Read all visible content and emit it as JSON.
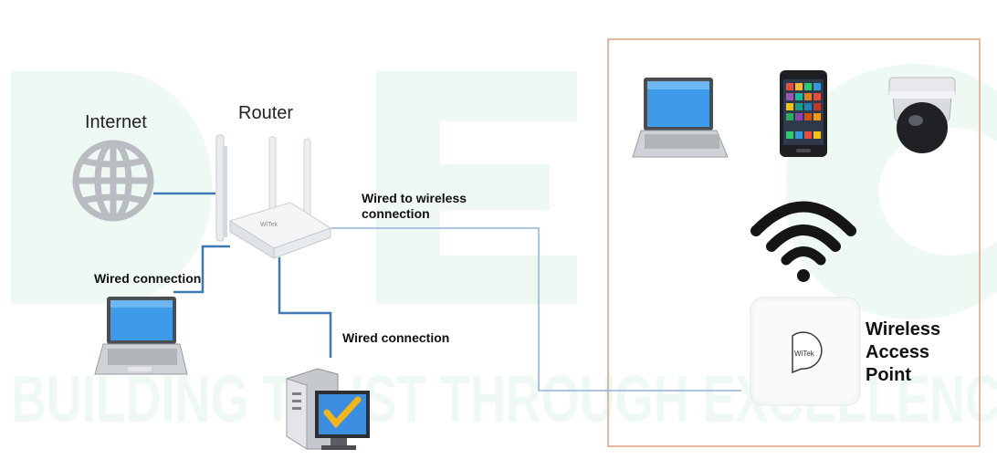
{
  "labels": {
    "internet": "Internet",
    "router": "Router",
    "wired_to_wireless_line1": "Wired to wireless",
    "wired_to_wireless_line2": "connection",
    "wired_connection_left": "Wired connection",
    "wired_connection_bottom": "Wired connection",
    "ap_line1": "Wireless",
    "ap_line2": "Access",
    "ap_line3": "Point",
    "ap_logo": "WiTek",
    "router_logo": "WiTek"
  },
  "watermark": {
    "text": "BUILDING TRUST THROUGH EXCELLENCE"
  },
  "colors": {
    "cable": "#3f78b5",
    "cable_light": "#8fb2d9",
    "frame": "#e0a07c",
    "watermark": "#eef9f4",
    "globe": "#b9bcc0"
  },
  "icons": [
    "globe-icon",
    "router-icon",
    "laptop-icon",
    "desktop-computer-icon",
    "smartphone-icon",
    "dome-camera-icon",
    "wifi-icon",
    "access-point-icon"
  ]
}
